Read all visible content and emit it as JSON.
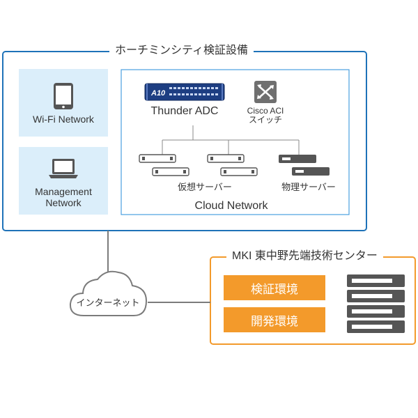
{
  "facility": {
    "title": "ホーチミンシティ検証設備",
    "wifi_label": "Wi-Fi Network",
    "management_label": "Management\nNetwork",
    "cloud": {
      "thunder_label": "Thunder ADC",
      "thunder_badge": "A10",
      "cisco_label": "Cisco ACI\nスイッチ",
      "virtual_label": "仮想サーバー",
      "physical_label": "物理サーバー",
      "cloud_label": "Cloud Network"
    }
  },
  "internet": {
    "label": "インターネット"
  },
  "mki": {
    "title": "MKI 東中野先端技術センター",
    "buttons": [
      "検証環境",
      "開発環境"
    ]
  },
  "colors": {
    "frame_blue": "#1e72b8",
    "panel_blue": "#dbeefa",
    "orange": "#f39a2b",
    "line_gray": "#7b7b7b",
    "device_navy": "#1d3e82"
  }
}
